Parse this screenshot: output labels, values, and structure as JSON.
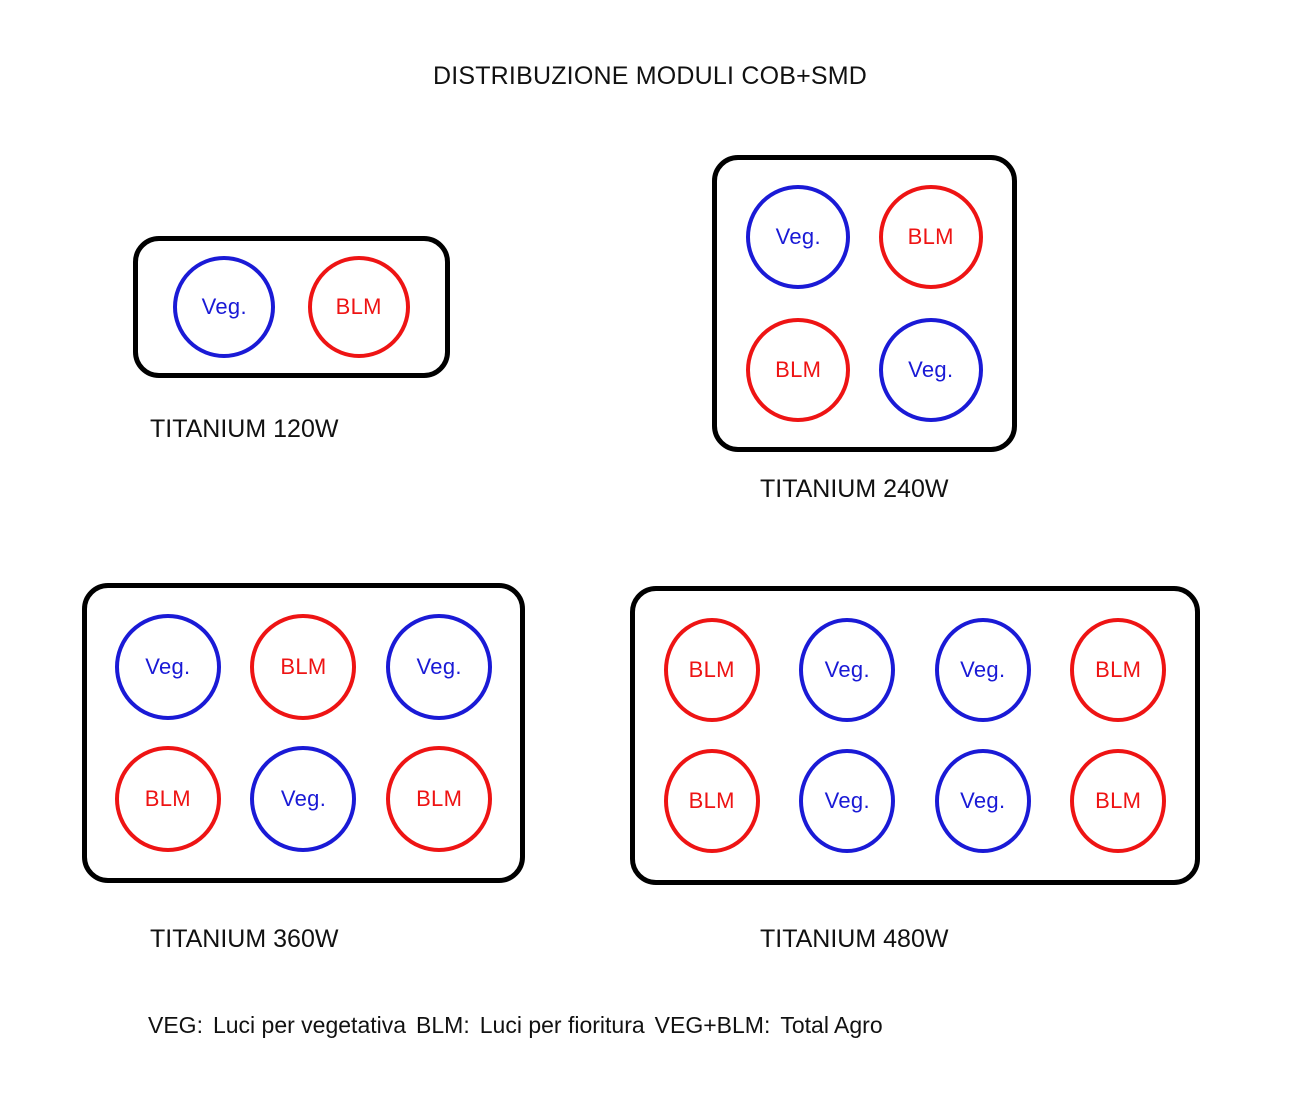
{
  "title": "DISTRIBUZIONE MODULI COB+SMD",
  "colors": {
    "veg": "#1a1ad6",
    "blm": "#ee1414",
    "panel_border": "#000000",
    "background": "#ffffff",
    "text": "#111111"
  },
  "module_labels": {
    "veg": "Veg.",
    "blm": "BLM"
  },
  "panels": [
    {
      "id": "120",
      "caption": "TITANIUM 120W",
      "columns": 2,
      "rows": 1,
      "modules": [
        "Veg.",
        "BLM"
      ],
      "module_types": [
        "veg",
        "blm"
      ]
    },
    {
      "id": "240",
      "caption": "TITANIUM 240W",
      "columns": 2,
      "rows": 2,
      "modules": [
        "Veg.",
        "BLM",
        "BLM",
        "Veg."
      ],
      "module_types": [
        "veg",
        "blm",
        "blm",
        "veg"
      ]
    },
    {
      "id": "360",
      "caption": "TITANIUM 360W",
      "columns": 3,
      "rows": 2,
      "modules": [
        "Veg.",
        "BLM",
        "Veg.",
        "BLM",
        "Veg.",
        "BLM"
      ],
      "module_types": [
        "veg",
        "blm",
        "veg",
        "blm",
        "veg",
        "blm"
      ]
    },
    {
      "id": "480",
      "caption": "TITANIUM 480W",
      "columns": 4,
      "rows": 2,
      "modules": [
        "BLM",
        "Veg.",
        "Veg.",
        "BLM",
        "BLM",
        "Veg.",
        "Veg.",
        "BLM"
      ],
      "module_types": [
        "blm",
        "veg",
        "veg",
        "blm",
        "blm",
        "veg",
        "veg",
        "blm"
      ]
    }
  ],
  "legend": {
    "full_text": "VEG:  Luci per vegetativa  BLM: Luci per fioritura  VEG+BLM: Total Agro",
    "entries": [
      {
        "key": "VEG:",
        "value": "Luci per vegetativa"
      },
      {
        "key": "BLM:",
        "value": "Luci per fioritura"
      },
      {
        "key": "VEG+BLM:",
        "value": "Total Agro"
      }
    ]
  }
}
